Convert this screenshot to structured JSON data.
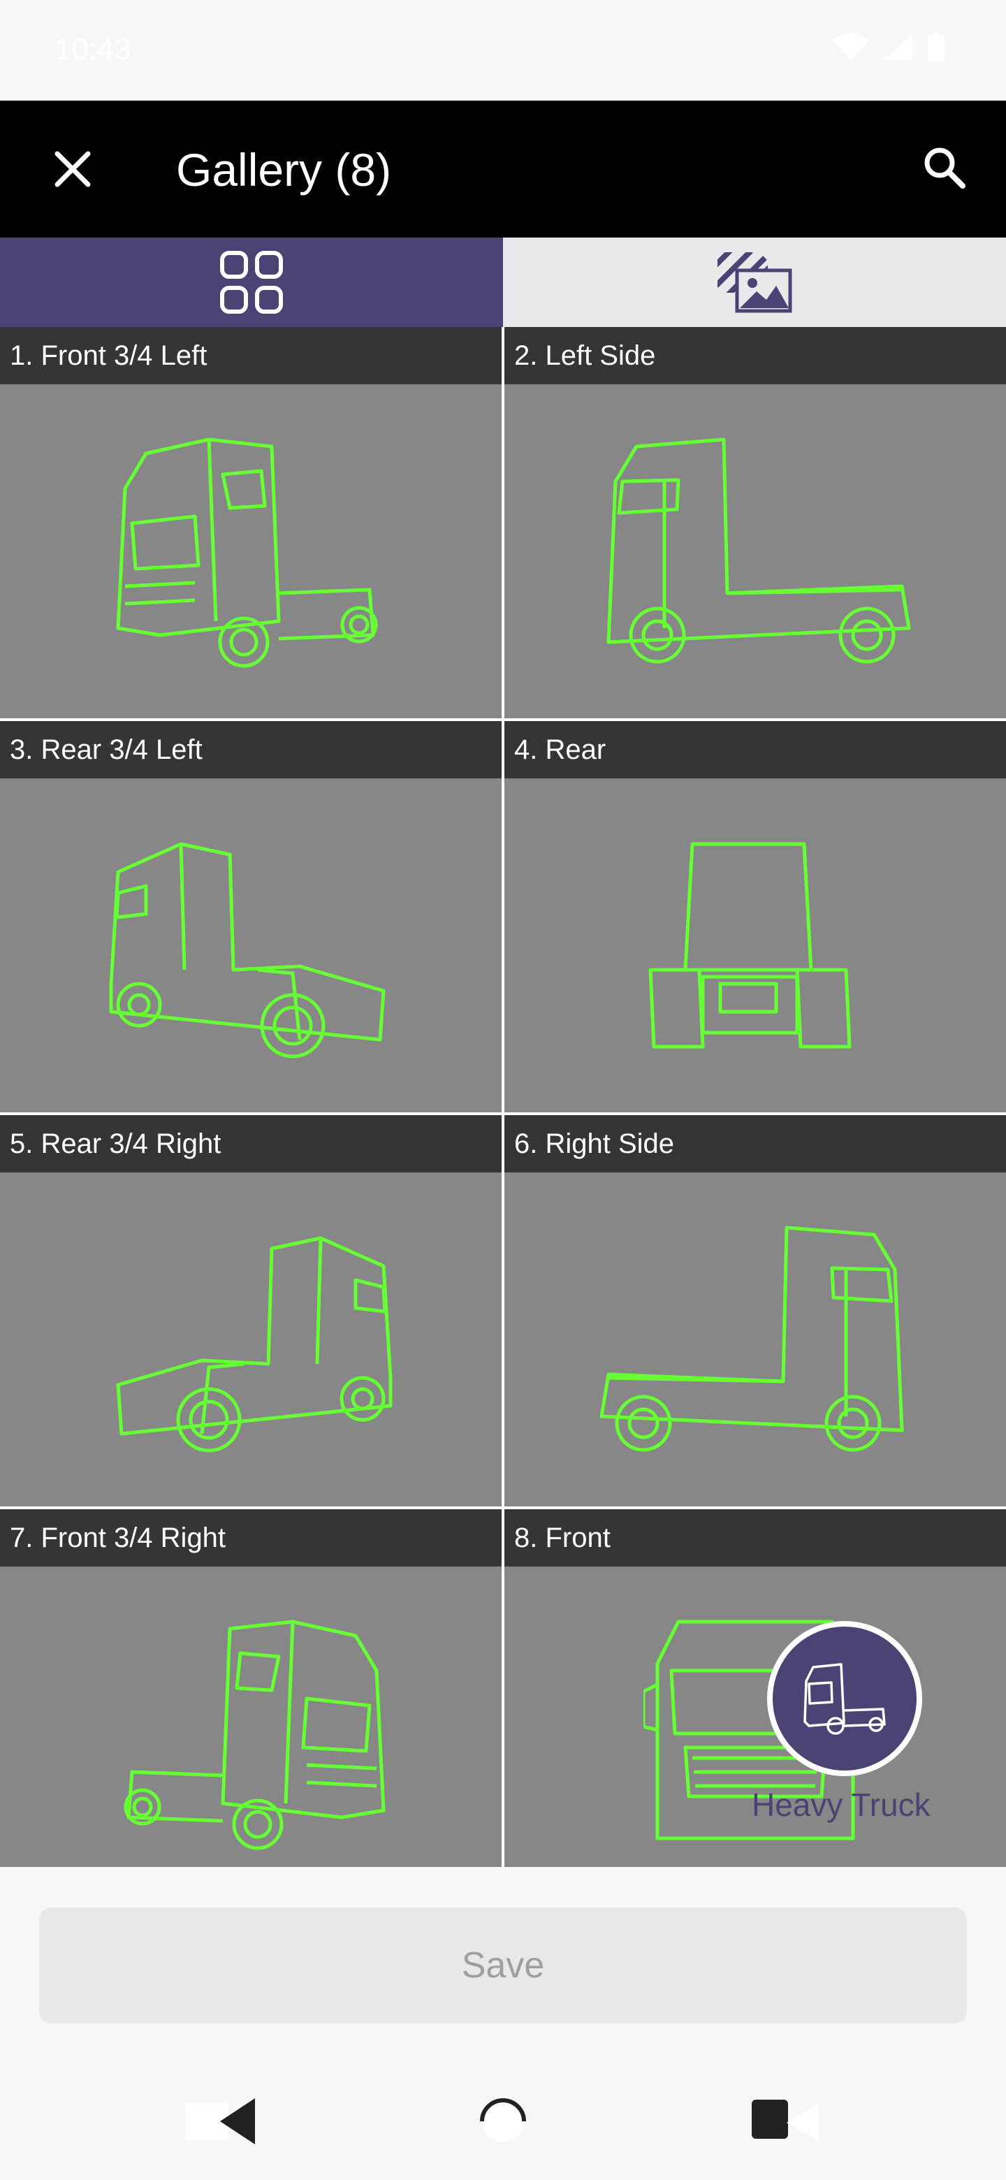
{
  "status_bar": {
    "time": "10:43"
  },
  "app_bar": {
    "title": "Gallery (8)",
    "close_icon": "close-icon",
    "search_icon": "search-icon"
  },
  "tabs": [
    {
      "icon": "grid-icon",
      "selected": true
    },
    {
      "icon": "image-icon",
      "selected": false
    }
  ],
  "gallery": {
    "items": [
      {
        "label": "1. Front 3/4 Left",
        "view": "front-3-4-left"
      },
      {
        "label": "2. Left Side",
        "view": "left-side"
      },
      {
        "label": "3. Rear 3/4 Left",
        "view": "rear-3-4-left"
      },
      {
        "label": "4. Rear",
        "view": "rear"
      },
      {
        "label": "5. Rear 3/4 Right",
        "view": "rear-3-4-right"
      },
      {
        "label": "6. Right Side",
        "view": "right-side"
      },
      {
        "label": "7. Front 3/4 Right",
        "view": "front-3-4-right"
      },
      {
        "label": "8. Front",
        "view": "front"
      }
    ]
  },
  "vehicle_selector": {
    "label": "Heavy Truck",
    "icon": "truck-icon"
  },
  "footer": {
    "save_label": "Save"
  },
  "colors": {
    "accent": "#4a4374",
    "outline": "#66ff33",
    "app_bar": "#000000",
    "tile": "#878787",
    "label_bg": "#353535"
  }
}
